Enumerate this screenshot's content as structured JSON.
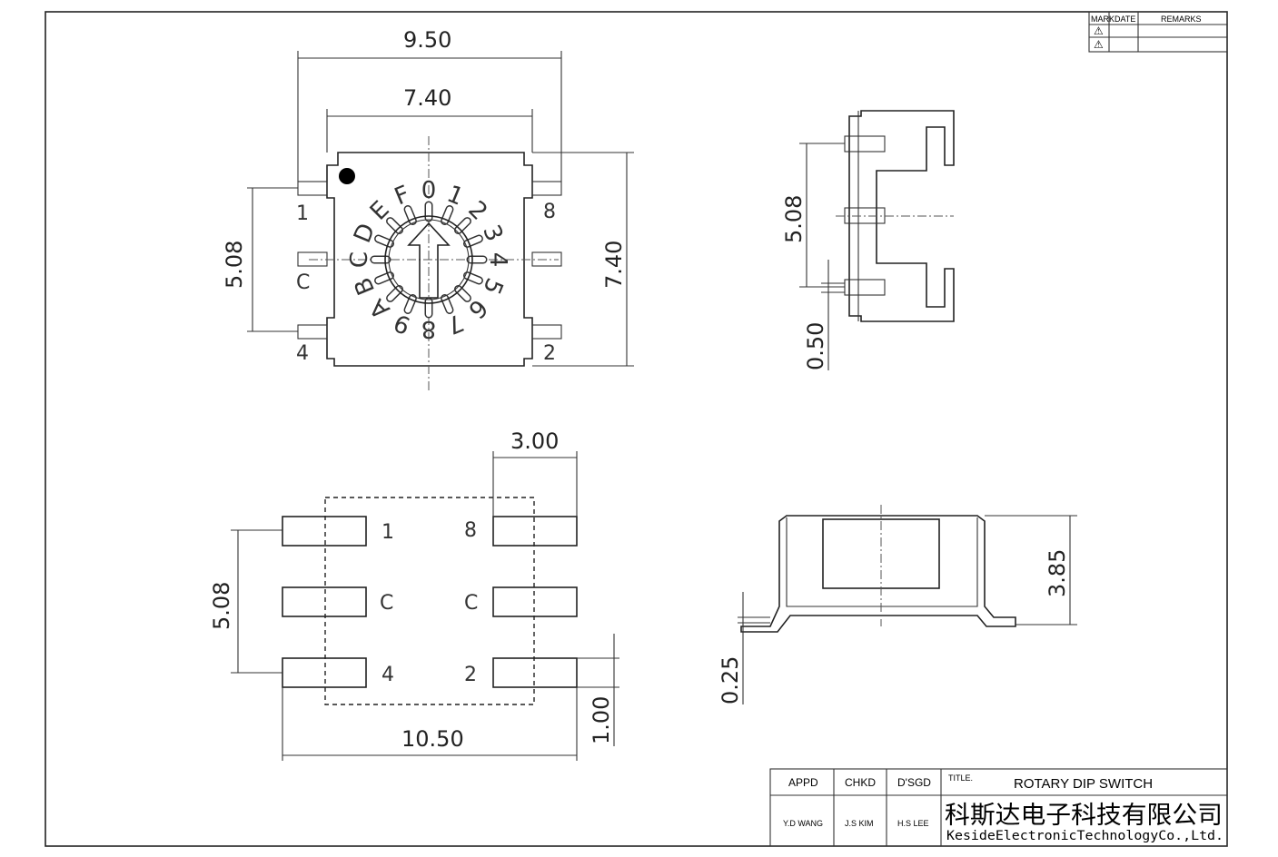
{
  "revision_block": {
    "headers": {
      "mark": "MARK",
      "date": "DATE",
      "remarks": "REMARKS"
    },
    "rows": [
      {
        "mark": "⚠"
      },
      {
        "mark": "⚠"
      }
    ]
  },
  "top_view": {
    "dims": {
      "overall_width": "9.50",
      "body_width": "7.40",
      "pin_pitch": "5.08",
      "body_height": "7.40"
    },
    "pins": {
      "p1": "1",
      "pc": "C",
      "p4": "4",
      "p8": "8",
      "p2": "2"
    },
    "dial_labels": [
      "0",
      "1",
      "2",
      "3",
      "4",
      "5",
      "6",
      "7",
      "8",
      "9",
      "A",
      "B",
      "C",
      "D",
      "E",
      "F"
    ]
  },
  "side_view": {
    "dims": {
      "pin_pitch": "5.08",
      "pin_width": "0.50"
    }
  },
  "footprint": {
    "dims": {
      "pad_length": "3.00",
      "pad_pitch": "5.08",
      "overall_width": "10.50",
      "pad_width": "1.00"
    },
    "pads": {
      "left_top": "1",
      "left_mid": "C",
      "left_bot": "4",
      "right_top": "8",
      "right_mid": "C",
      "right_bot": "2"
    }
  },
  "front_view": {
    "dims": {
      "height": "3.85",
      "standoff": "0.25"
    }
  },
  "title_block": {
    "appd_label": "APPD",
    "chkd_label": "CHKD",
    "dsgd_label": "D'SGD",
    "title_label": "TITLE.",
    "title": "ROTARY DIP SWITCH",
    "appd": "Y.D WANG",
    "chkd": "J.S KIM",
    "dsgd": "H.S LEE",
    "company_cn": "科斯达电子科技有限公司",
    "company_en": "KesideElectronicTechnologyCo.,Ltd."
  }
}
